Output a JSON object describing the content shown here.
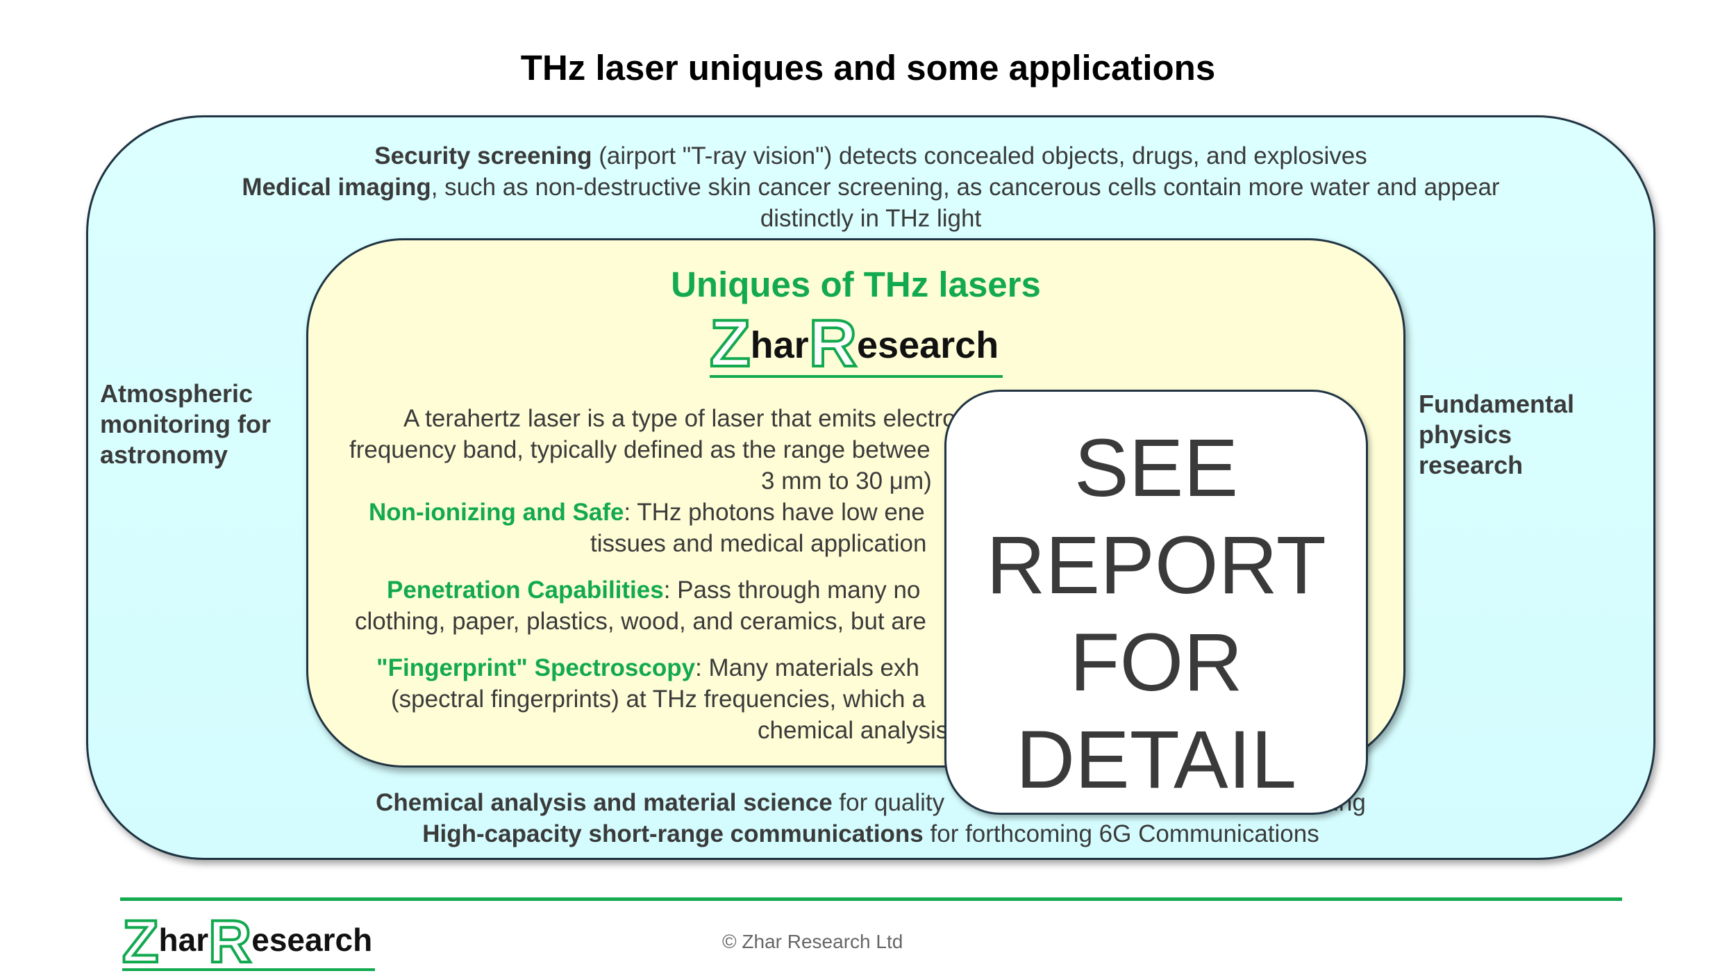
{
  "title": "THz laser uniques and some applications",
  "outer": {
    "top_1_bold": "Security screening",
    "top_1_rest": " (airport \"T-ray vision\") detects concealed objects, drugs, and explosives",
    "top_2_bold": "Medical imaging",
    "top_2_rest": ", such as non-destructive skin cancer screening, as cancerous cells contain more water and appear",
    "top_3": "distinctly in THz light",
    "left_1": "Atmospheric",
    "left_2": "monitoring for",
    "left_3": "astronomy",
    "right_1": "Fundamental",
    "right_2": "physics",
    "right_3": "research",
    "bottom_1_bold": "Chemical analysis and material science",
    "bottom_1_rest": " for quality",
    "bottom_1_tail": "ing",
    "bottom_2_bold": "High-capacity short-range communications",
    "bottom_2_rest": " for forthcoming 6G Communications"
  },
  "inner": {
    "heading": "Uniques of THz lasers",
    "logo_z": "Z",
    "logo_har": "har",
    "logo_r": "R",
    "logo_esearch": "esearch",
    "intro_1": "A terahertz laser is a type of laser that emits electro",
    "intro_2": "frequency band, typically defined as the range betwee",
    "intro_3": "3 mm to 30 μm)",
    "p1_bold": "Non-ionizing and Safe",
    "p1_rest": ": THz photons have low ene",
    "p1_line2": "tissues and medical application",
    "p2_bold": "Penetration Capabilities",
    "p2_rest": ": Pass through many no",
    "p2_line2": "clothing, paper, plastics, wood, and ceramics, but are",
    "p3_bold": "\"Fingerprint\" Spectroscopy",
    "p3_rest": ": Many materials exh",
    "p3_line2": "(spectral fingerprints) at THz frequencies, which a",
    "p3_line3": "chemical analysis"
  },
  "overlay": {
    "line_1": "SEE",
    "line_2": "REPORT",
    "line_3": "FOR",
    "line_4": "DETAIL"
  },
  "footer": {
    "logo_z": "Z",
    "logo_har": "har",
    "logo_r": "R",
    "logo_esearch": "esearch",
    "copyright": "© Zhar Research Ltd"
  },
  "colors": {
    "green": "#12a94f",
    "outer_fill": "#d8fefe",
    "inner_fill": "#fefdd6"
  }
}
